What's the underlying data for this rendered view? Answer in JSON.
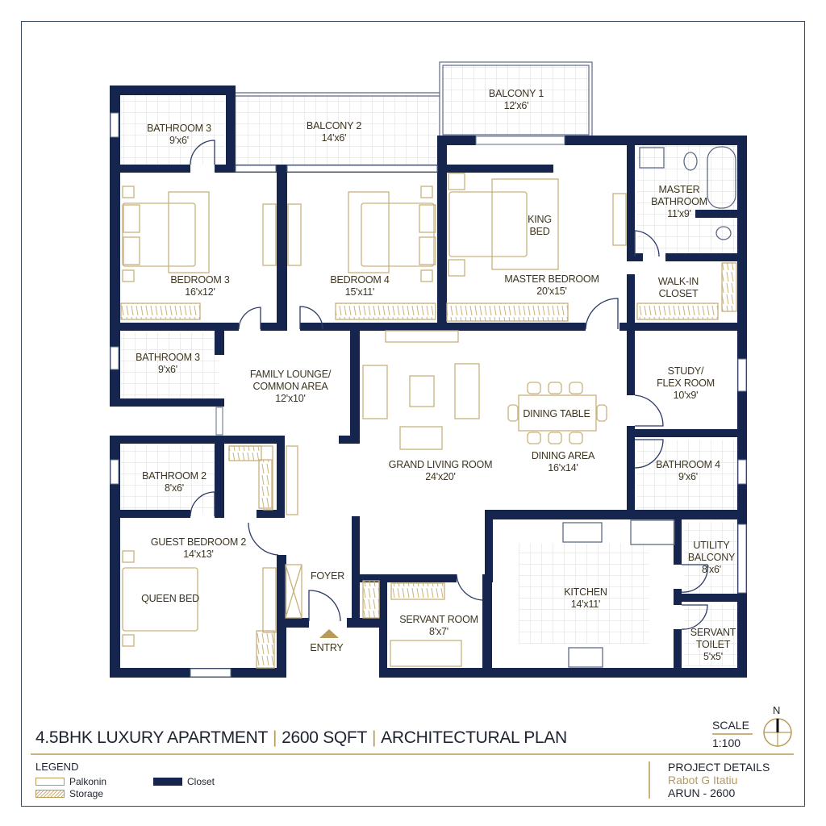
{
  "plan": {
    "title_parts": [
      "4.5BHK LUXURY APARTMENT",
      "2600 SQFT",
      "ARCHITECTURAL PLAN"
    ],
    "scale_label": "SCALE",
    "scale_value": "1:100",
    "north_label": "N",
    "entry_label": "ENTRY",
    "colors": {
      "wall": "#16254d",
      "furniture": "#c9b27c",
      "text": "#3d3520",
      "tile": "#dfe4ec"
    }
  },
  "rooms": {
    "bath3_top": {
      "name": "BATHROOM 3",
      "size": "9'x6'"
    },
    "balcony2": {
      "name": "BALCONY 2",
      "size": "14'x6'"
    },
    "balcony1": {
      "name": "BALCONY 1",
      "size": "12'x6'"
    },
    "bedroom3": {
      "name": "BEDROOM 3",
      "size": "16'x12'"
    },
    "bedroom4": {
      "name": "BEDROOM 4",
      "size": "15'x11'"
    },
    "master_bed": {
      "name": "MASTER BEDROOM",
      "size": "20'x15'",
      "bed": "KING\nBED"
    },
    "master_bath": {
      "name": "MASTER\nBATHROOM",
      "size": "11'x9'"
    },
    "walkin": {
      "name": "WALK-IN\nCLOSET"
    },
    "bath3_mid": {
      "name": "BATHROOM 3",
      "size": "9'x6'"
    },
    "lounge": {
      "name": "FAMILY LOUNGE/\nCOMMON AREA",
      "size": "12'x10'"
    },
    "living": {
      "name": "GRAND LIVING ROOM",
      "size": "24'x20'"
    },
    "dining_table": {
      "name": "DINING TABLE"
    },
    "dining": {
      "name": "DINING AREA",
      "size": "16'x14'"
    },
    "study": {
      "name": "STUDY/\nFLEX ROOM",
      "size": "10'x9'"
    },
    "bath2": {
      "name": "BATHROOM 2",
      "size": "8'x6'"
    },
    "bath4": {
      "name": "BATHROOM 4",
      "size": "9'x6'"
    },
    "guest": {
      "name": "GUEST BEDROOM 2",
      "size": "14'x13'",
      "bed": "QUEEN BED"
    },
    "foyer": {
      "name": "FOYER"
    },
    "servant_room": {
      "name": "SERVANT ROOM",
      "size": "8'x7'"
    },
    "kitchen": {
      "name": "KITCHEN",
      "size": "14'x11'"
    },
    "utility": {
      "name": "UTILITY\nBALCONY",
      "size": "8'x6'"
    },
    "servant_toilet": {
      "name": "SERVANT\nTOILET",
      "size": "5'x5'"
    }
  },
  "legend": {
    "heading": "LEGEND",
    "items": [
      {
        "label": "Palkonin",
        "swatch": "outline"
      },
      {
        "label": "Storage",
        "swatch": "hatch"
      },
      {
        "label": "Closet",
        "swatch": "dark"
      }
    ]
  },
  "project": {
    "heading": "PROJECT DETAILS",
    "line1": "Rabot G Itatiu",
    "line2": "ARUN - 2600"
  }
}
